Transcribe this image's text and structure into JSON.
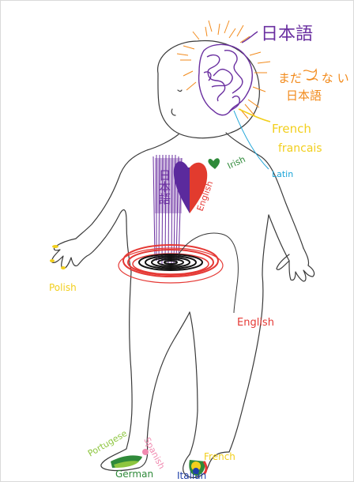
{
  "colors": {
    "paper": "#ffffff",
    "border": "#d9d9d9",
    "ink": "#3a3a3a",
    "japanese": "#6a2fa0",
    "heart_red": "#e23b2e",
    "heart_purple": "#5b2a9d",
    "orange": "#f28a1b",
    "yellow": "#f2cf1d",
    "cyan": "#1aa4d8",
    "green": "#2f8a3a",
    "lime": "#8dc63f",
    "red": "#e53935",
    "pink": "#f08ab0",
    "blue": "#1f3fa8",
    "black": "#111111"
  },
  "labels": {
    "nihongo_head": "日本語",
    "mada_line1": "まだ",
    "mada_scribble": "",
    "mada_na": "な",
    "mada_line1_end": "い",
    "mada_line2": "日本語",
    "french_head": "French",
    "francais": "francais",
    "latin": "Latin",
    "irish": "Irish",
    "english_heart": "English",
    "nihongo_chest": "日本語",
    "polish": "Polish",
    "english_hip": "English",
    "portuguese": "Portugese",
    "spanish": "Spanish",
    "german": "German",
    "french_foot": "French",
    "italian": "Italian"
  }
}
